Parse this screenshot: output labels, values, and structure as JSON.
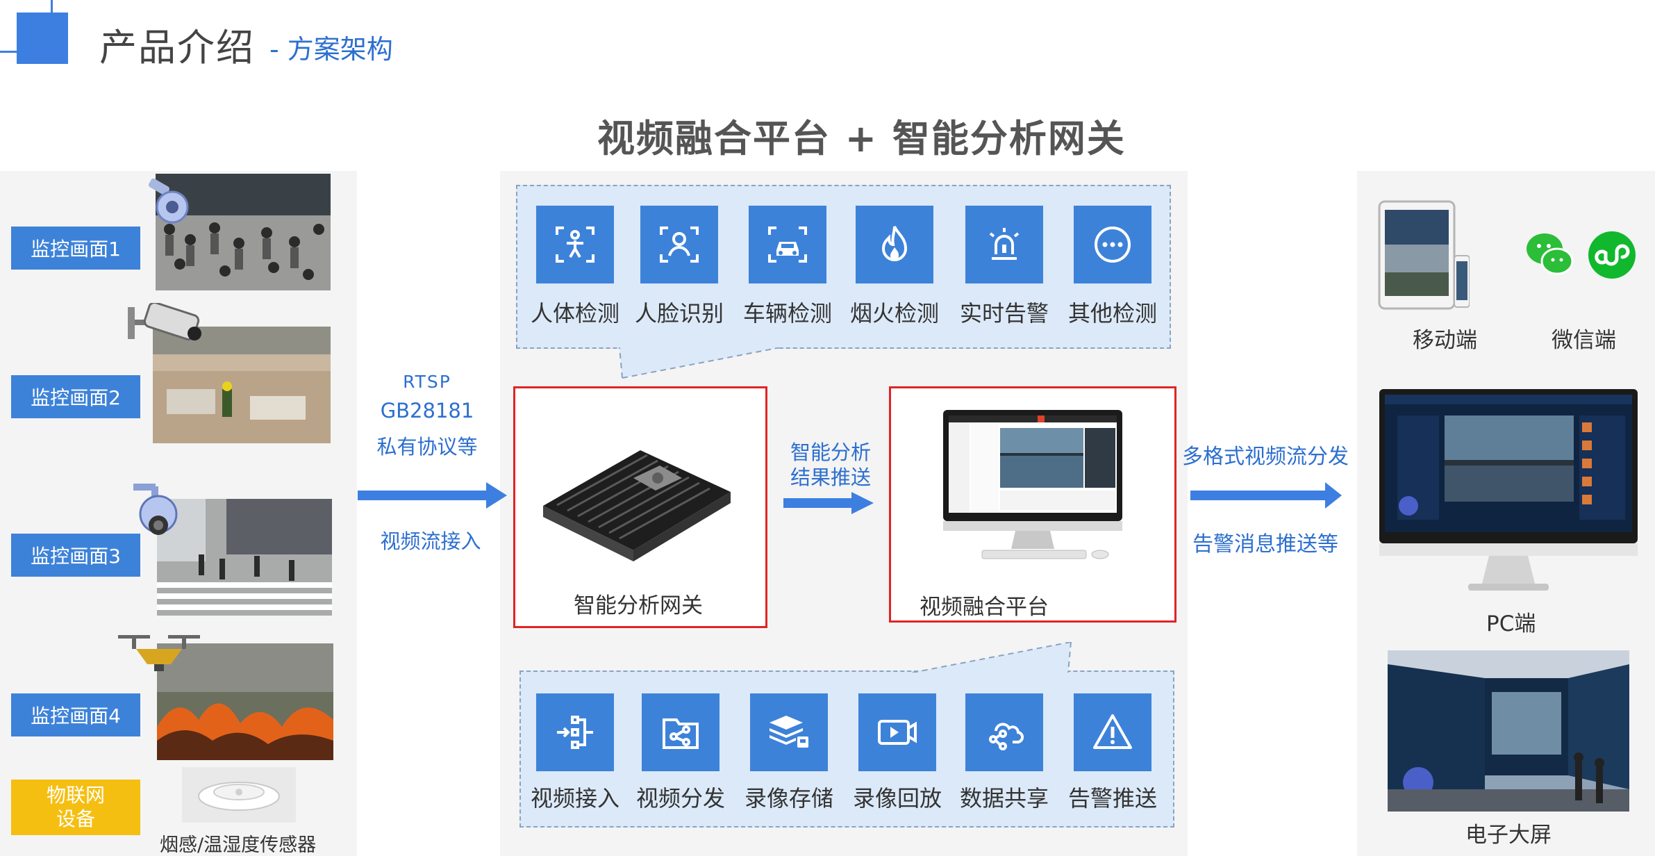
{
  "header": {
    "title": "产品介绍",
    "subtitle": "- 方案架构"
  },
  "main_title": "视频融合平台 + 智能分析网关",
  "sources": {
    "monitors": [
      "监控画面1",
      "监控画面2",
      "监控画面3",
      "监控画面4"
    ],
    "iot_label_line1": "物联网",
    "iot_label_line2": "设备",
    "sensor_caption": "烟感/温湿度传感器"
  },
  "protocols": {
    "line1": "RTSP",
    "line2": "GB28181",
    "line3": "私有协议等",
    "input_label": "视频流接入"
  },
  "analysis_tiles": [
    {
      "label": "人体检测",
      "icon": "person-detect-icon"
    },
    {
      "label": "人脸识别",
      "icon": "face-recognition-icon"
    },
    {
      "label": "车辆检测",
      "icon": "vehicle-detect-icon"
    },
    {
      "label": "烟火检测",
      "icon": "fire-detect-icon"
    },
    {
      "label": "实时告警",
      "icon": "alarm-light-icon"
    },
    {
      "label": "其他检测",
      "icon": "more-icon"
    }
  ],
  "gateway": {
    "caption": "智能分析网关"
  },
  "push_label_line1": "智能分析",
  "push_label_line2": "结果推送",
  "platform": {
    "caption": "视频融合平台"
  },
  "platform_tiles": [
    {
      "label": "视频接入",
      "icon": "video-input-icon"
    },
    {
      "label": "视频分发",
      "icon": "share-icon"
    },
    {
      "label": "录像存储",
      "icon": "storage-icon"
    },
    {
      "label": "录像回放",
      "icon": "playback-icon"
    },
    {
      "label": "数据共享",
      "icon": "cloud-share-icon"
    },
    {
      "label": "告警推送",
      "icon": "warning-icon"
    }
  ],
  "distribution": {
    "line1": "多格式视频流分发",
    "line2": "告警消息推送等"
  },
  "clients": {
    "mobile": "移动端",
    "wechat": "微信端",
    "pc": "PC端",
    "bigscreen": "电子大屏"
  },
  "colors": {
    "accent": "#3d82d9",
    "red": "#e02424",
    "yellow": "#f5bf12",
    "panel": "#f4f4f4",
    "dashed_fill": "#dce9f8"
  }
}
